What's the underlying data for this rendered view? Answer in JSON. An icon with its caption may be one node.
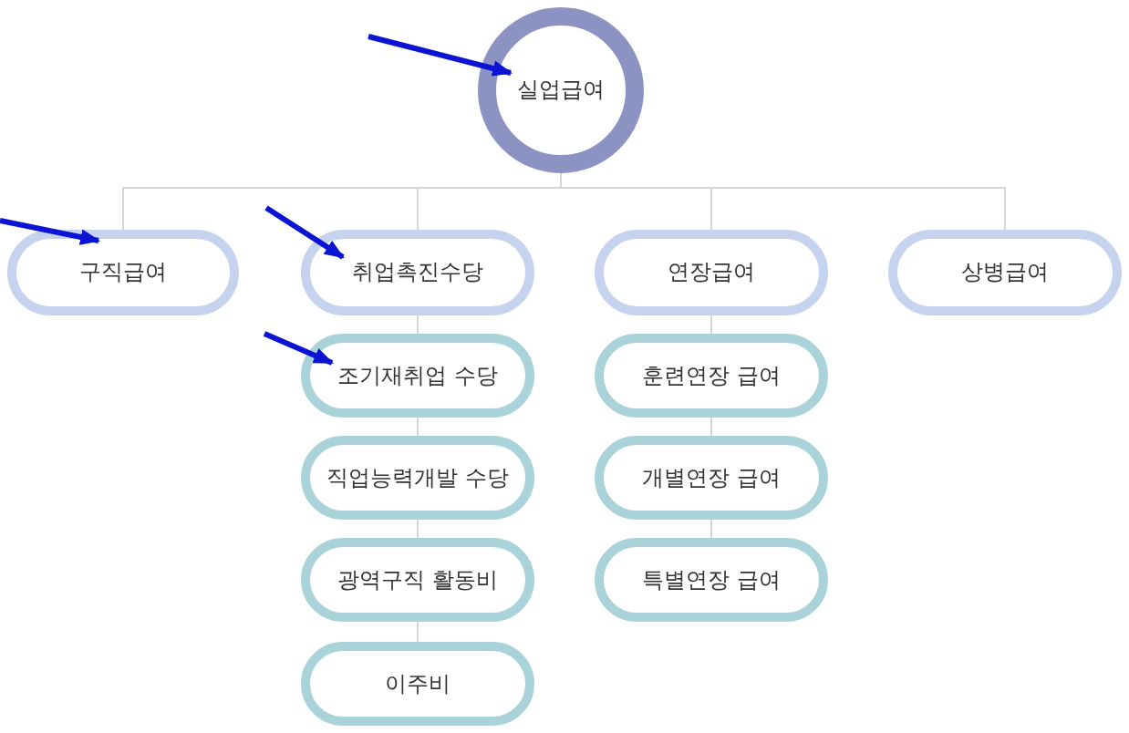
{
  "diagram": {
    "nodes": [
      {
        "text": [
          "실업급여"
        ]
      },
      {
        "text": [
          "구직급여"
        ]
      },
      {
        "text": [
          "취업촉진수당"
        ]
      },
      {
        "text": [
          "연장급여"
        ]
      },
      {
        "text": [
          "상병급여"
        ]
      },
      {
        "text": [
          "조기재취업 수당"
        ]
      },
      {
        "text": [
          "훈련연장 급여"
        ]
      },
      {
        "text": [
          "직업능력개발 수당"
        ]
      },
      {
        "text": [
          "개별연장 급여"
        ]
      },
      {
        "text": [
          "광역구직 활동비"
        ]
      },
      {
        "text": [
          "특별연장 급여"
        ]
      },
      {
        "text": [
          "이주비"
        ]
      }
    ],
    "edges": [
      {
        "from": 0,
        "to": 1,
        "arrow": "none"
      },
      {
        "from": 0,
        "to": 2,
        "arrow": "none"
      },
      {
        "from": 0,
        "to": 3,
        "arrow": "none"
      },
      {
        "from": 0,
        "to": 4,
        "arrow": "none"
      },
      {
        "from": 2,
        "to": 5,
        "arrow": "none"
      },
      {
        "from": 5,
        "to": 7,
        "arrow": "none"
      },
      {
        "from": 7,
        "to": 9,
        "arrow": "none"
      },
      {
        "from": 9,
        "to": 11,
        "arrow": "none"
      },
      {
        "from": 3,
        "to": 6,
        "arrow": "none"
      },
      {
        "from": 6,
        "to": 8,
        "arrow": "none"
      },
      {
        "from": 8,
        "to": 10,
        "arrow": "none"
      },
      {
        "from": null,
        "to": 0,
        "arrow": "to",
        "style": "thick",
        "color": "#0a14d2"
      },
      {
        "from": null,
        "to": 1,
        "arrow": "to",
        "style": "thick",
        "color": "#0a14d2"
      },
      {
        "from": null,
        "to": 2,
        "arrow": "to",
        "style": "thick",
        "color": "#0a14d2"
      },
      {
        "from": null,
        "to": 5,
        "arrow": "to",
        "style": "thick",
        "color": "#0a14d2"
      }
    ]
  }
}
